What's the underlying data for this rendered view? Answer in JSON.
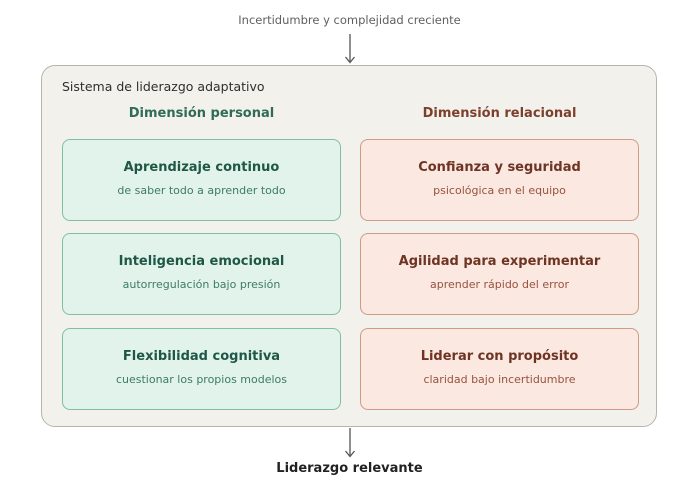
{
  "top_caption": "Incertidumbre y complejidad creciente",
  "system": {
    "title": "Sistema de liderazgo adaptativo",
    "columns": [
      {
        "heading": "Dimensión personal",
        "cards": [
          {
            "title": "Aprendizaje continuo",
            "subtitle": "de saber todo a aprender todo"
          },
          {
            "title": "Inteligencia emocional",
            "subtitle": "autorregulación bajo presión"
          },
          {
            "title": "Flexibilidad cognitiva",
            "subtitle": "cuestionar los propios modelos"
          }
        ]
      },
      {
        "heading": "Dimensión relacional",
        "cards": [
          {
            "title": "Confianza y seguridad",
            "subtitle": "psicológica en el equipo"
          },
          {
            "title": "Agilidad para experimentar",
            "subtitle": "aprender rápido del error"
          },
          {
            "title": "Liderar con propósito",
            "subtitle": "claridad bajo incertidumbre"
          }
        ]
      }
    ]
  },
  "bottom_caption": "Liderazgo relevante",
  "colors": {
    "personal_accent": "#2f6b57",
    "personal_fill": "#e2f3ec",
    "relational_accent": "#7c3f2c",
    "relational_fill": "#fbe8e1",
    "container_fill": "#f3f1ec"
  }
}
